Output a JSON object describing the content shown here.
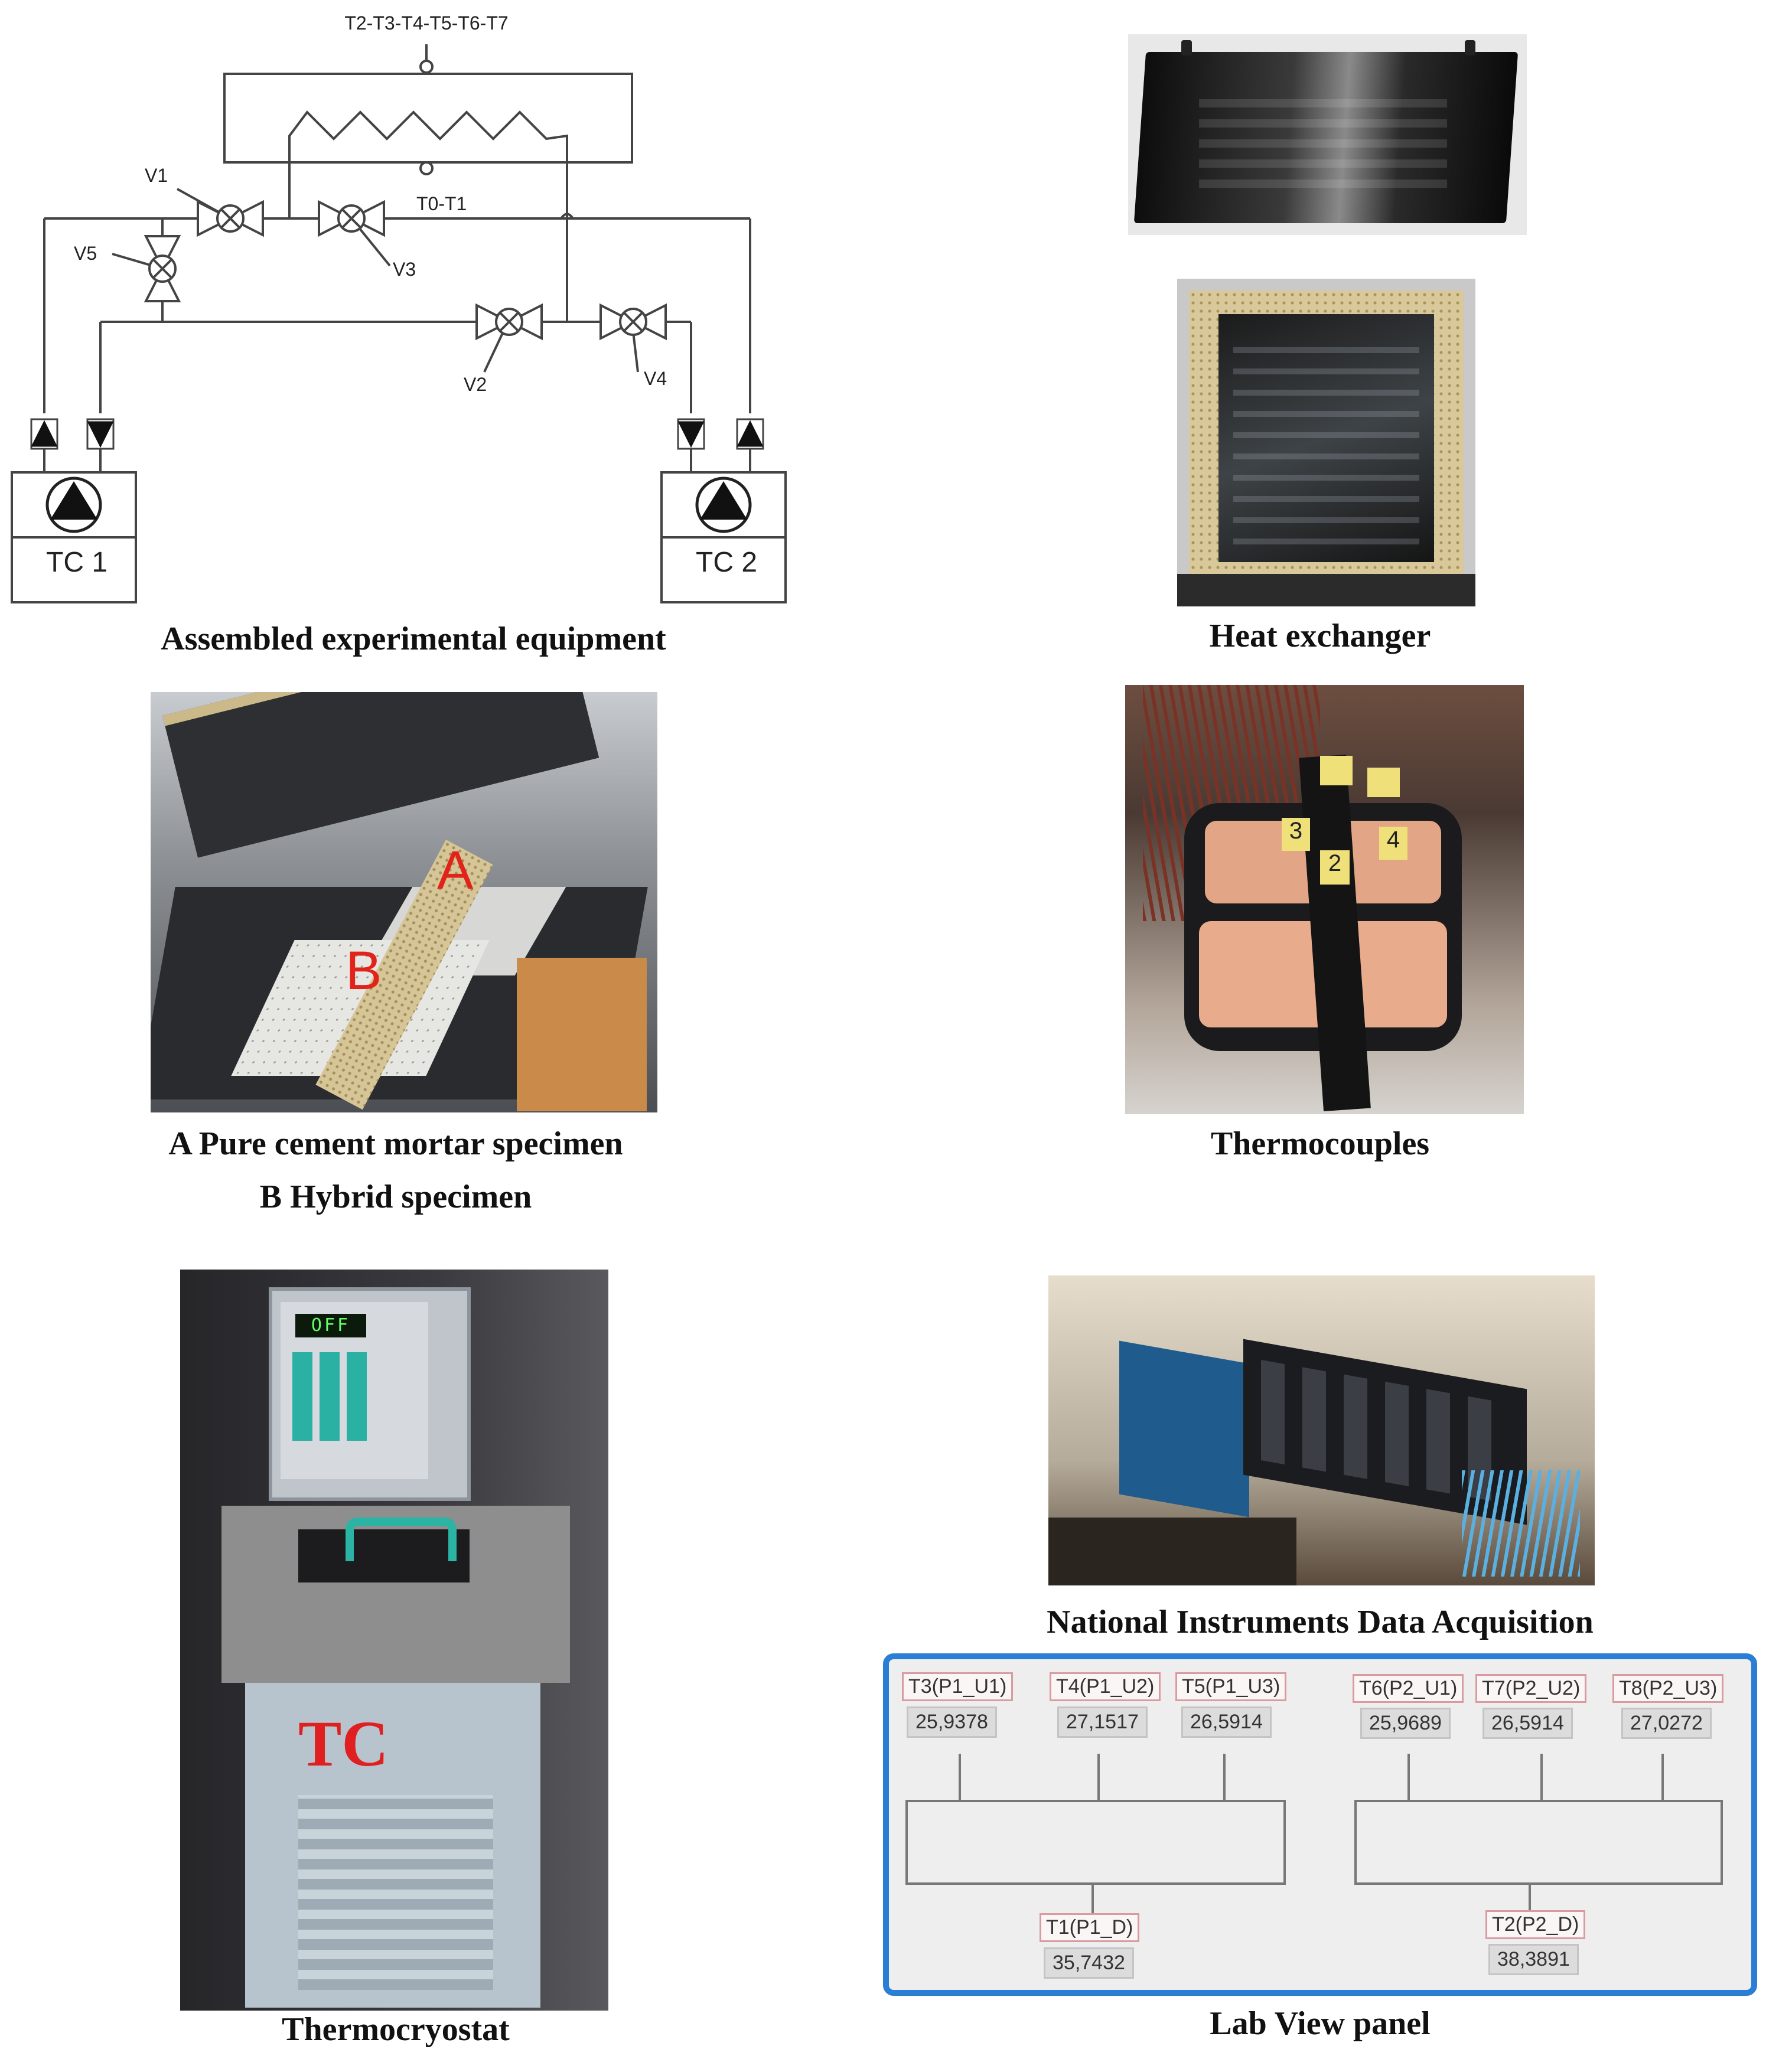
{
  "schematic": {
    "sensor_top": "T2-T3-T4-T5-T6-T7",
    "sensor_mid": "T0-T1",
    "valves": [
      "V1",
      "V2",
      "V3",
      "V4",
      "V5"
    ],
    "unit_left": "TC 1",
    "unit_right": "TC 2"
  },
  "captions": {
    "assembled": "Assembled experimental equipment",
    "heat_exchanger": "Heat exchanger",
    "specimen_a": "A Pure cement mortar specimen",
    "specimen_b": "B Hybrid specimen",
    "thermocouples": "Thermocouples",
    "thermocryostat": "Thermocryostat",
    "daq": "National Instruments Data Acquisition",
    "labview": "Lab View panel"
  },
  "photo_labels": {
    "specimen_a": "A",
    "specimen_b": "B",
    "thermocouple_tags": [
      "3",
      "2",
      "4"
    ],
    "cryostat_display": "OFF",
    "cryostat_mark": "TC"
  },
  "labview": {
    "top_sensors": [
      {
        "label": "T3(P1_U1)",
        "value": "25,9378"
      },
      {
        "label": "T4(P1_U2)",
        "value": "27,1517"
      },
      {
        "label": "T5(P1_U3)",
        "value": "26,5914"
      },
      {
        "label": "T6(P2_U1)",
        "value": "25,9689"
      },
      {
        "label": "T7(P2_U2)",
        "value": "26,5914"
      },
      {
        "label": "T8(P2_U3)",
        "value": "27,0272"
      }
    ],
    "bottom_sensors": [
      {
        "label": "T1(P1_D)",
        "value": "35,7432"
      },
      {
        "label": "T2(P2_D)",
        "value": "38,3891"
      }
    ],
    "frame_color": "#2a7fd4"
  }
}
